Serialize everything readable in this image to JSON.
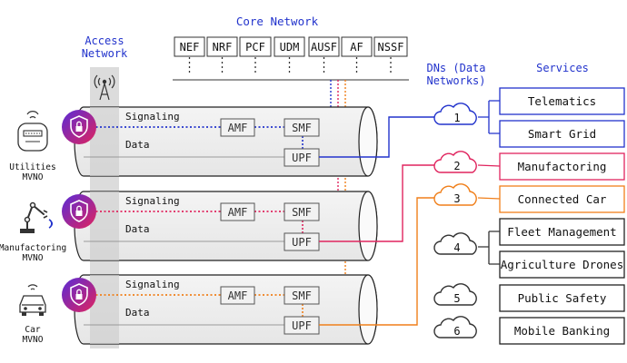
{
  "header": {
    "core_network": "Core Network",
    "access_network_line1": "Access",
    "access_network_line2": "Network",
    "dns_line1": "DNs (Data",
    "dns_line2": "Networks)",
    "services": "Services"
  },
  "core_functions": [
    "NEF",
    "NRF",
    "PCF",
    "UDM",
    "AUSF",
    "AF",
    "NSSF"
  ],
  "slices": [
    {
      "id": "utilities",
      "mvno_line1": "Utilities",
      "mvno_line2": "MVNO",
      "signaling": "Signaling",
      "data": "Data",
      "amf": "AMF",
      "smf": "SMF",
      "upf": "UPF",
      "color": "#2233cc",
      "dn": "1"
    },
    {
      "id": "manufactoring",
      "mvno_line1": "Manufactoring",
      "mvno_line2": "MVNO",
      "signaling": "Signaling",
      "data": "Data",
      "amf": "AMF",
      "smf": "SMF",
      "upf": "UPF",
      "color": "#e0245e",
      "dn": "2"
    },
    {
      "id": "car",
      "mvno_line1": "Car",
      "mvno_line2": "MVNO",
      "signaling": "Signaling",
      "data": "Data",
      "amf": "AMF",
      "smf": "SMF",
      "upf": "UPF",
      "color": "#f07f1a",
      "dn": "3"
    }
  ],
  "data_networks": [
    "1",
    "2",
    "3",
    "4",
    "5",
    "6"
  ],
  "services": [
    {
      "label": "Telematics",
      "color": "#2233cc"
    },
    {
      "label": "Smart Grid",
      "color": "#2233cc"
    },
    {
      "label": "Manufactoring",
      "color": "#e0245e"
    },
    {
      "label": "Connected Car",
      "color": "#f07f1a"
    },
    {
      "label": "Fleet Management",
      "color": "#222222"
    },
    {
      "label": "Agriculture Drones",
      "color": "#222222"
    },
    {
      "label": "Public Safety",
      "color": "#222222"
    },
    {
      "label": "Mobile Banking",
      "color": "#222222"
    }
  ]
}
